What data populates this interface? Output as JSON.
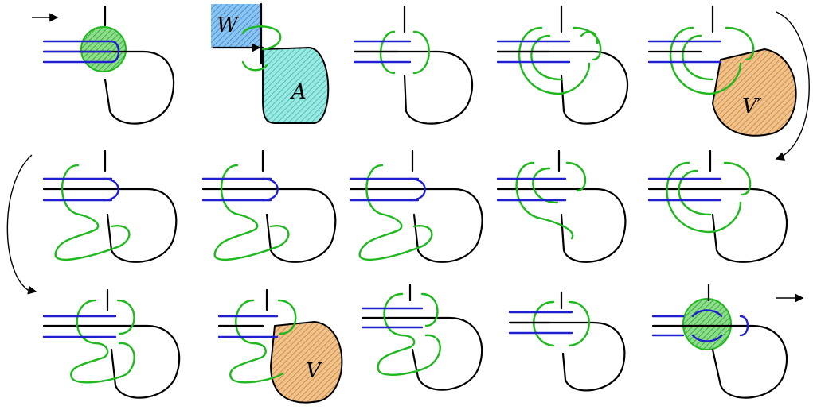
{
  "labels": {
    "W": "W",
    "A": "A",
    "V_prime": "V′",
    "V": "V"
  },
  "colors": {
    "strand": "#000000",
    "green_band": "#1fb81f",
    "blue_strands": "#1f1fd0",
    "green_fill": "#2fbf2f",
    "cyan_fill": "#36c9c0",
    "orange_fill": "#d9892e",
    "blue_fill": "#3f8fe0"
  }
}
